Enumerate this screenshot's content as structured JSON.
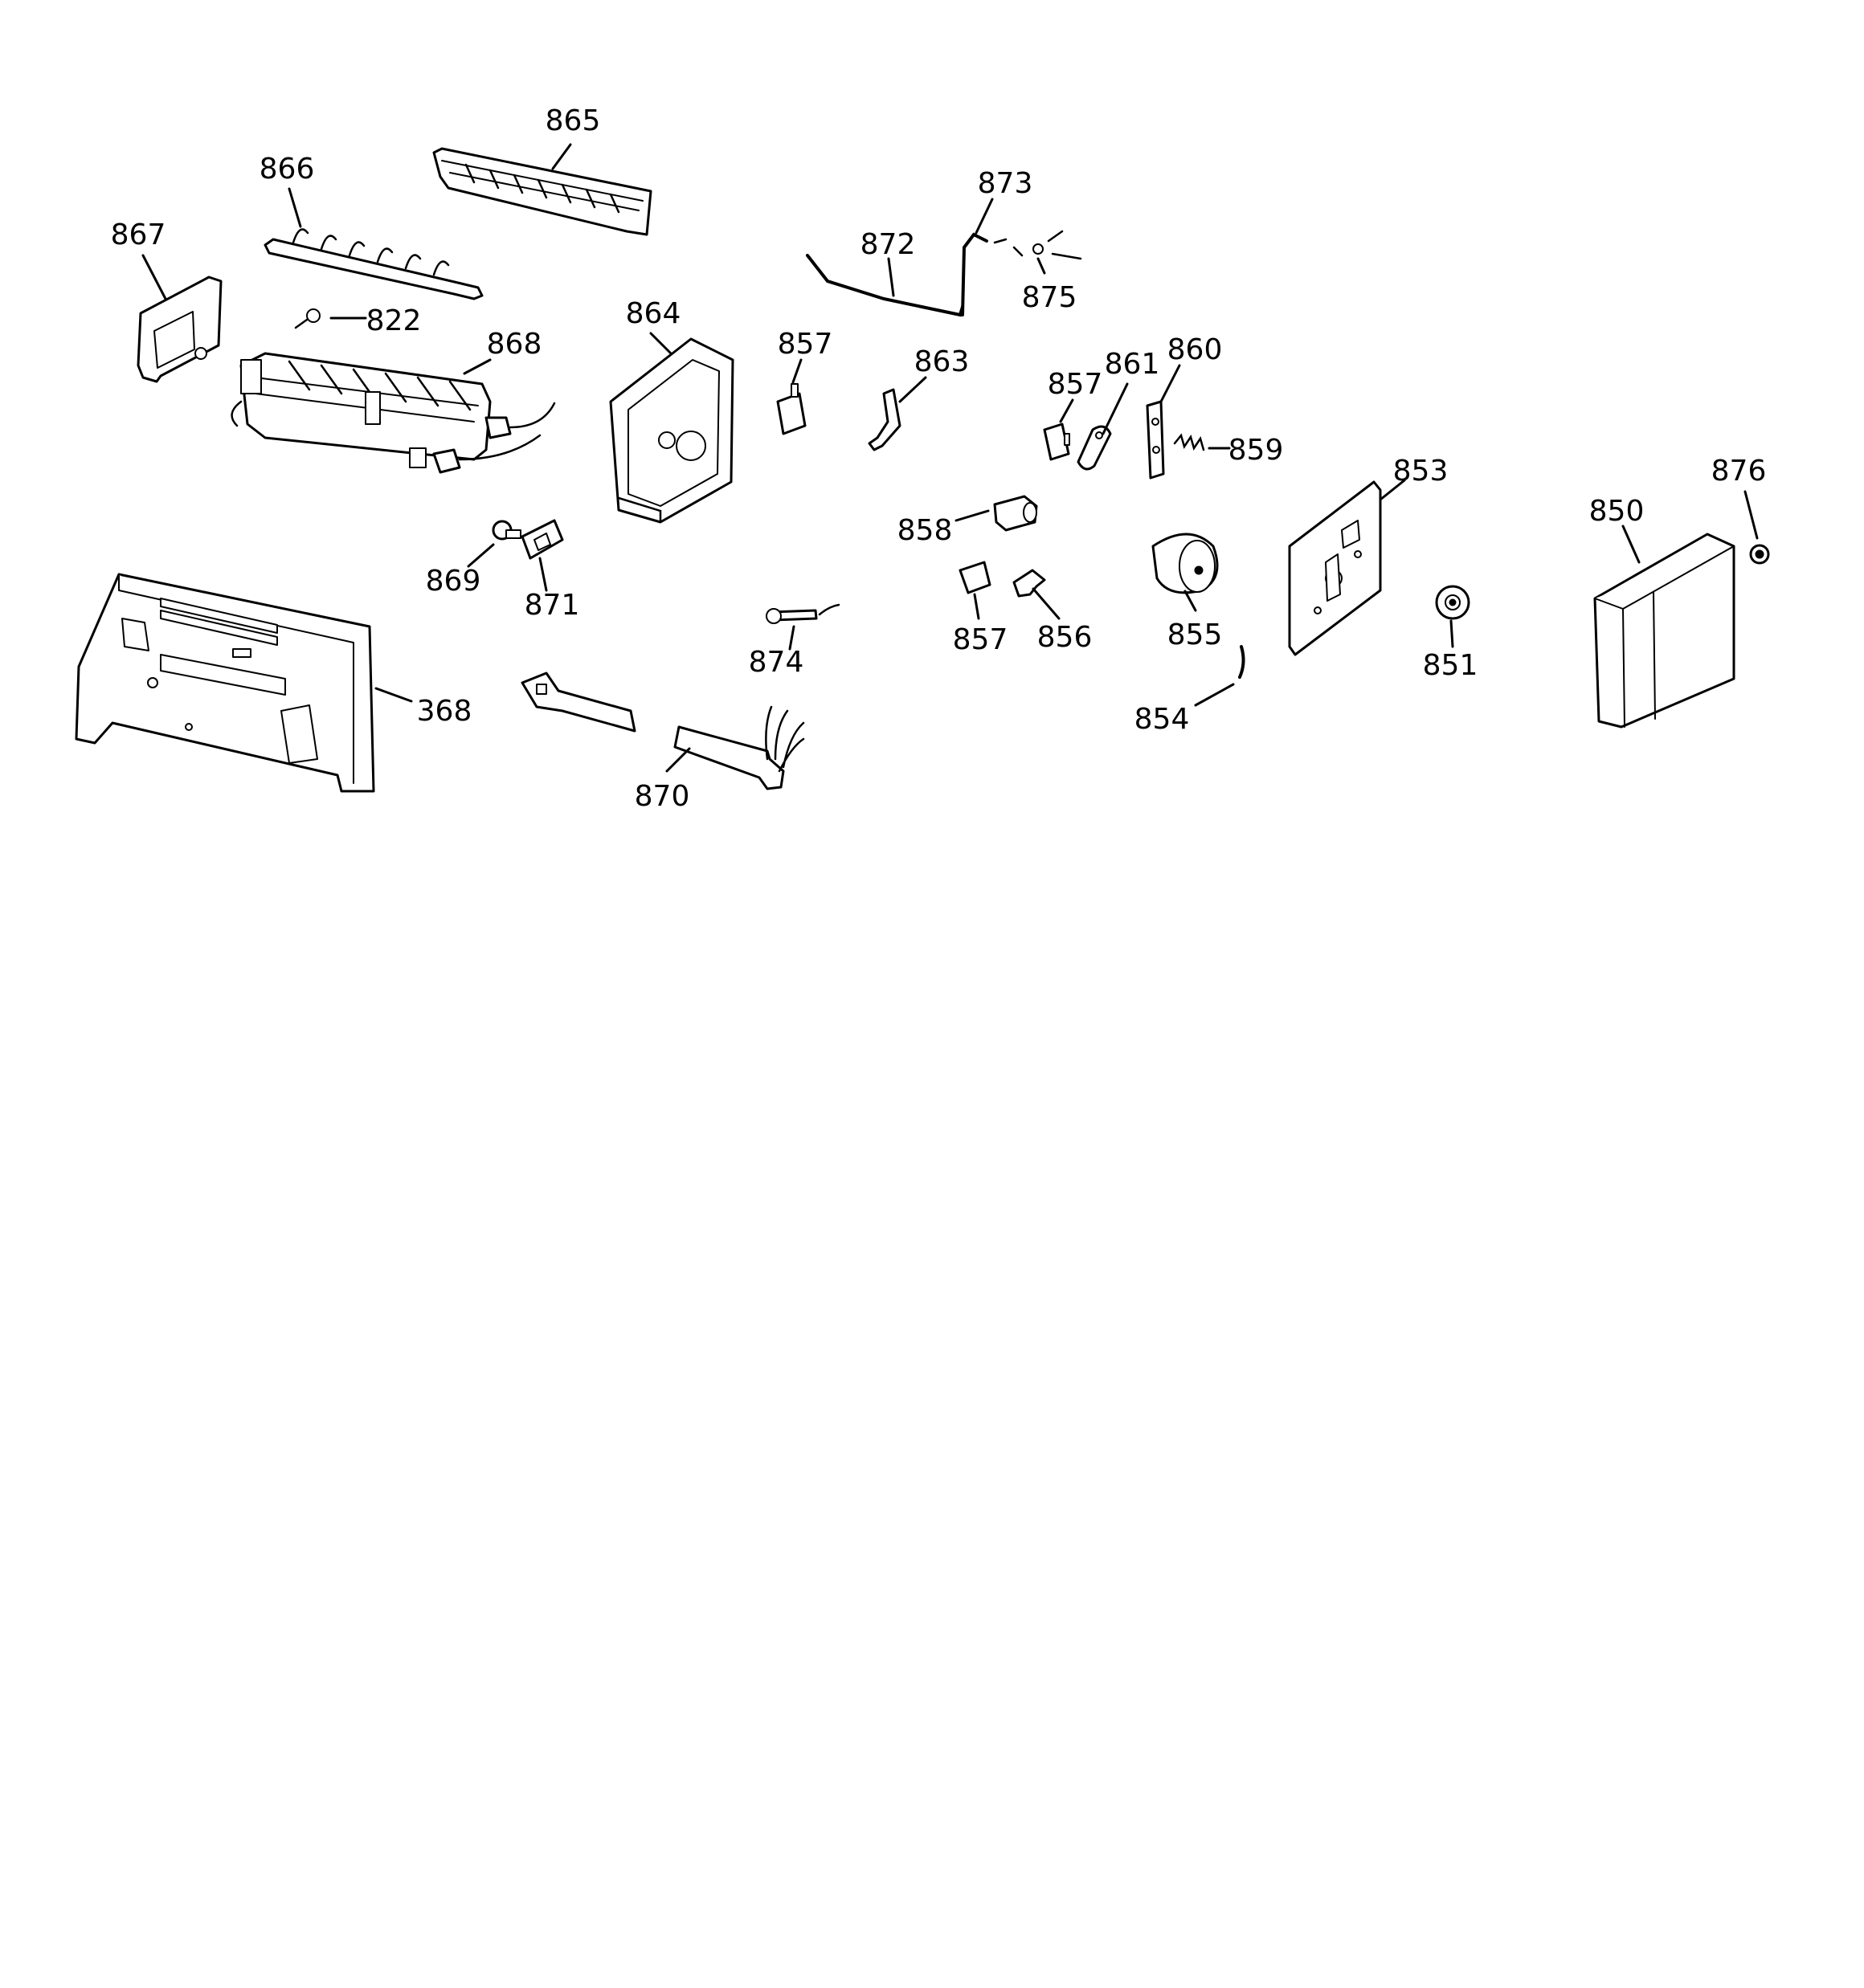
{
  "diagram": {
    "colors": {
      "line": "#000000",
      "background": "#ffffff"
    },
    "callouts": [
      {
        "id": "865",
        "label": "865"
      },
      {
        "id": "866",
        "label": "866"
      },
      {
        "id": "867",
        "label": "867"
      },
      {
        "id": "822",
        "label": "822"
      },
      {
        "id": "868",
        "label": "868"
      },
      {
        "id": "864",
        "label": "864"
      },
      {
        "id": "873",
        "label": "873"
      },
      {
        "id": "872",
        "label": "872"
      },
      {
        "id": "875",
        "label": "875"
      },
      {
        "id": "857a",
        "label": "857"
      },
      {
        "id": "863",
        "label": "863"
      },
      {
        "id": "857b",
        "label": "857"
      },
      {
        "id": "861",
        "label": "861"
      },
      {
        "id": "860",
        "label": "860"
      },
      {
        "id": "859",
        "label": "859"
      },
      {
        "id": "858",
        "label": "858"
      },
      {
        "id": "853",
        "label": "853"
      },
      {
        "id": "876",
        "label": "876"
      },
      {
        "id": "850",
        "label": "850"
      },
      {
        "id": "869",
        "label": "869"
      },
      {
        "id": "871",
        "label": "871"
      },
      {
        "id": "874",
        "label": "874"
      },
      {
        "id": "857c",
        "label": "857"
      },
      {
        "id": "856",
        "label": "856"
      },
      {
        "id": "855",
        "label": "855"
      },
      {
        "id": "851",
        "label": "851"
      },
      {
        "id": "368",
        "label": "368"
      },
      {
        "id": "854",
        "label": "854"
      },
      {
        "id": "870",
        "label": "870"
      }
    ]
  }
}
